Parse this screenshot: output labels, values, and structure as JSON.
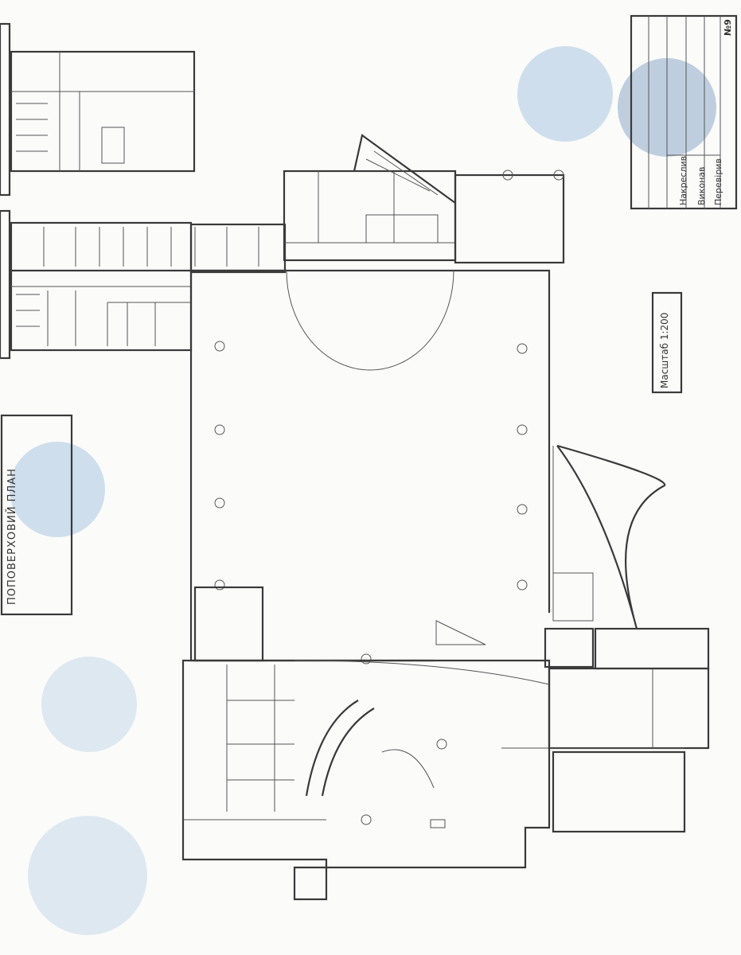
{
  "title_block": {
    "rows": [
      "Накреслив",
      "Виконав",
      "Перевірив"
    ],
    "sheet": "№9"
  },
  "plan_label": {
    "title": "ПОПОВЕРХОВИЙ ПЛАН"
  },
  "scale_label": "Масштаб 1:200",
  "colors": {
    "lines": "#3a3a3a",
    "stamp": "#a9c6e0",
    "paper": "#fbfbfa"
  }
}
